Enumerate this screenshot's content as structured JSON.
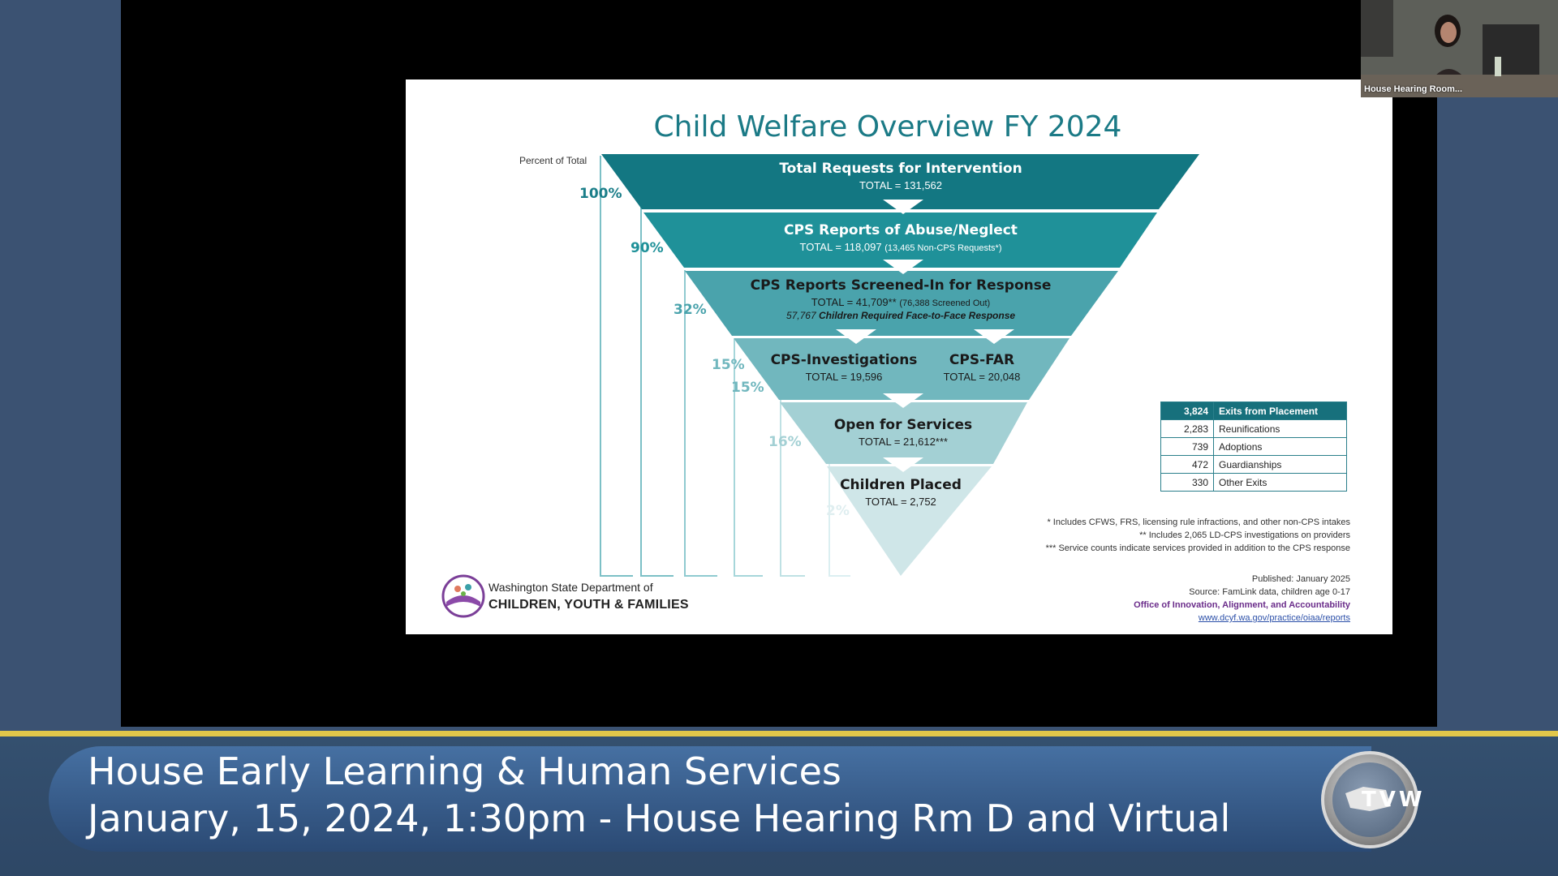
{
  "broadcast": {
    "line1": "House Early Learning & Human Services",
    "line2": "January, 15, 2024, 1:30pm - House Hearing Rm D and Virtual",
    "logo_text": "TVW"
  },
  "video_thumbnail": {
    "label": "House Hearing Room..."
  },
  "slide": {
    "title": "Child Welfare Overview FY 2024",
    "percent_axis_label": "Percent of Total",
    "percents": [
      "100%",
      "90%",
      "32%",
      "15%",
      "15%",
      "16%",
      "2%"
    ],
    "stages": {
      "total_requests": {
        "title": "Total Requests for Intervention",
        "value": "TOTAL = 131,562"
      },
      "cps_reports": {
        "title": "CPS Reports of Abuse/Neglect",
        "value": "TOTAL = 118,097",
        "note": "(13,465 Non-CPS Requests*)"
      },
      "screened_in": {
        "title": "CPS Reports Screened-In for Response",
        "value": "TOTAL = 41,709**",
        "note": "(76,388 Screened Out)",
        "req_count": "57,767",
        "req_text": "Children Required Face-to-Face Response"
      },
      "investigations": {
        "title": "CPS-Investigations",
        "value": "TOTAL = 19,596"
      },
      "far": {
        "title": "CPS-FAR",
        "value": "TOTAL = 20,048"
      },
      "open_services": {
        "title": "Open for Services",
        "value": "TOTAL = 21,612***"
      },
      "children_placed": {
        "title": "Children Placed",
        "value": "TOTAL = 2,752"
      }
    },
    "exits_table": {
      "header": {
        "count": "3,824",
        "label": "Exits from Placement"
      },
      "rows": [
        {
          "count": "2,283",
          "label": "Reunifications"
        },
        {
          "count": "739",
          "label": "Adoptions"
        },
        {
          "count": "472",
          "label": "Guardianships"
        },
        {
          "count": "330",
          "label": "Other Exits"
        }
      ]
    },
    "footnotes": [
      "* Includes CFWS, FRS, licensing rule infractions, and other non-CPS intakes",
      "** Includes 2,065 LD-CPS investigations on providers",
      "*** Service counts indicate services provided in addition to the CPS response"
    ],
    "published": "Published: January 2025",
    "source": "Source: FamLink data, children age 0-17",
    "office": "Office of Innovation, Alignment, and Accountability",
    "url": "www.dcyf.wa.gov/practice/oiaa/reports",
    "dept_line1": "Washington State Department of",
    "dept_line2": "CHILDREN, YOUTH & FAMILIES"
  },
  "colors": {
    "funnel_1": "#137782",
    "funnel_2": "#1f9199",
    "funnel_3": "#4aa3ac",
    "funnel_4": "#71b7be",
    "funnel_5": "#a3d0d4",
    "funnel_6": "#cfe6e8",
    "accent_yellow": "#e2c74a"
  }
}
